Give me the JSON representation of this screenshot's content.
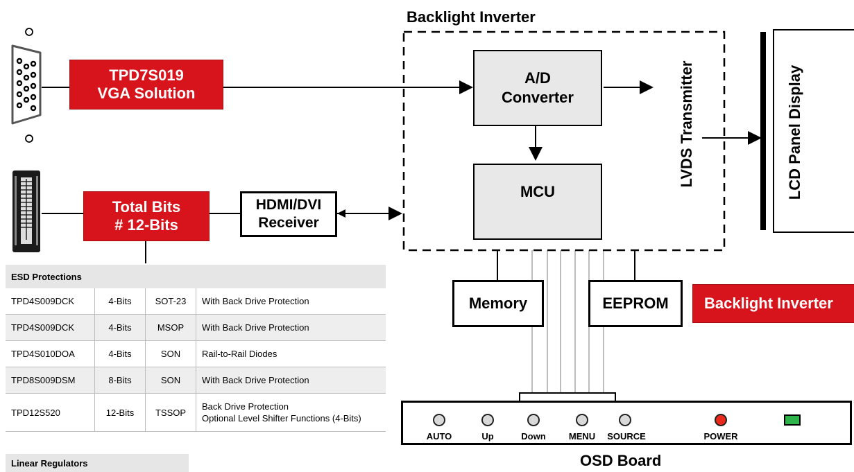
{
  "vga_solution": {
    "line1": "TPD7S019",
    "line2": "VGA Solution"
  },
  "total_bits": {
    "line1": "Total Bits",
    "line2": "# 12-Bits"
  },
  "hdmi_receiver": {
    "line1": "HDMI/DVI",
    "line2": "Receiver"
  },
  "backlight_inverter_title": "Backlight Inverter",
  "ad_converter": {
    "line1": "A/D",
    "line2": "Converter"
  },
  "mcu": "MCU",
  "lvds_transmitter": "LVDS Transmitter",
  "lcd_panel": "LCD Panel Display",
  "memory": "Memory",
  "eeprom": "EEPROM",
  "backlight_inverter_badge": "Backlight Inverter",
  "osd_board": {
    "title": "OSD Board",
    "buttons": [
      "AUTO",
      "Up",
      "Down",
      "MENU",
      "SOURCE",
      "POWER"
    ]
  },
  "esd_table": {
    "header": "ESD Protections",
    "rows": [
      {
        "part": "TPD4S009DCK",
        "bits": "4-Bits",
        "pkg": "SOT-23",
        "desc": "With Back Drive Protection"
      },
      {
        "part": "TPD4S009DCK",
        "bits": "4-Bits",
        "pkg": "MSOP",
        "desc": "With Back Drive Protection"
      },
      {
        "part": "TPD4S010DOA",
        "bits": "4-Bits",
        "pkg": "SON",
        "desc": "Rail-to-Rail Diodes"
      },
      {
        "part": "TPD8S009DSM",
        "bits": "8-Bits",
        "pkg": "SON",
        "desc": "With Back Drive Protection"
      },
      {
        "part": "TPD12S520",
        "bits": "12-Bits",
        "pkg": "TSSOP",
        "desc": "Back Drive Protection",
        "desc2": "Optional Level Shifter Functions (4-Bits)"
      }
    ]
  },
  "linear_regulators": "Linear Regulators",
  "colors": {
    "accent_red": "#d7141c",
    "block_gray": "#e8e8e8",
    "power_red": "#e8291c",
    "led_green": "#2db34a"
  }
}
